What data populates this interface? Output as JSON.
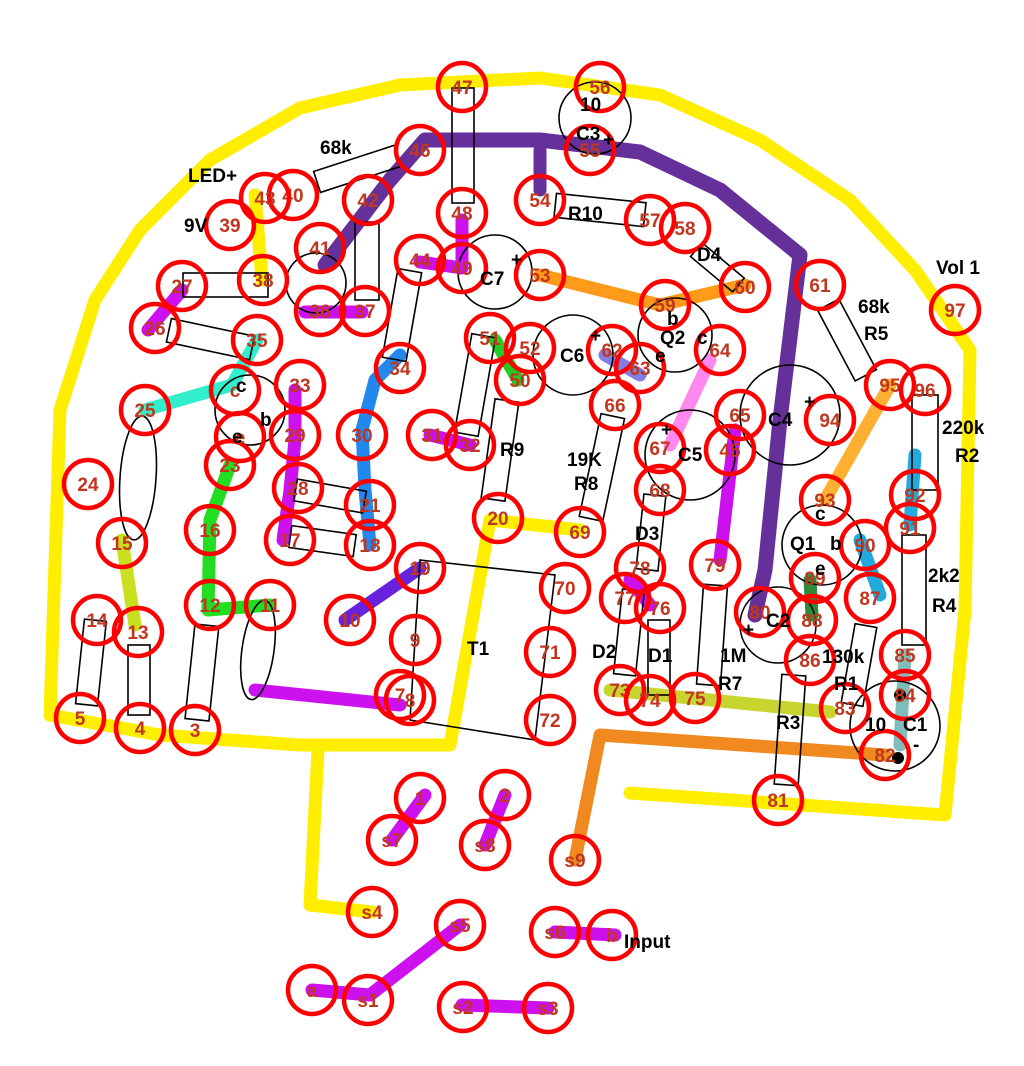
{
  "colors": {
    "border": "#ffee00",
    "pad_ring": "#ff0000",
    "pad_text": "#c0361f",
    "purple_bus": "#66309a",
    "magenta": "#cc11ee",
    "orange": "#ff9a1a",
    "blue": "#2288ee",
    "green": "#22dd22",
    "teal": "#33eecc",
    "lime": "#c8e020",
    "olive": "#c8d430",
    "pink": "#ff88ee",
    "violet": "#6622dd"
  },
  "pads": [
    "1",
    "2",
    "3",
    "4",
    "5",
    "7",
    "8",
    "9",
    "10",
    "11",
    "12",
    "13",
    "14",
    "15",
    "16",
    "17",
    "18",
    "19",
    "20",
    "21",
    "23",
    "24",
    "25",
    "26",
    "27",
    "28",
    "29",
    "30",
    "31",
    "32",
    "33",
    "34",
    "35",
    "36",
    "37",
    "38",
    "39",
    "40",
    "41",
    "42",
    "43",
    "44",
    "45",
    "46",
    "47",
    "48",
    "49",
    "50",
    "51",
    "52",
    "53",
    "54",
    "55",
    "56",
    "57",
    "58",
    "59",
    "60",
    "61",
    "62",
    "63",
    "64",
    "65",
    "66",
    "67",
    "68",
    "69",
    "70",
    "71",
    "72",
    "73",
    "74",
    "75",
    "76",
    "77",
    "78",
    "79",
    "80",
    "81",
    "82",
    "83",
    "84",
    "85",
    "86",
    "87",
    "88",
    "89",
    "90",
    "91",
    "92",
    "93",
    "94",
    "95",
    "96",
    "97",
    "s1",
    "s2",
    "s3",
    "s4",
    "s5",
    "s6",
    "s7",
    "s8",
    "s9",
    "a",
    "b",
    "c",
    "e"
  ],
  "labels": {
    "led_plus": "LED+",
    "nine_v": "9V",
    "r68k_top": "68k",
    "r10": "R10",
    "d4": "D4",
    "c3_value": "10",
    "c3": "C3",
    "c7": "C7",
    "c6": "C6",
    "q2": "Q2",
    "b": "b",
    "c": "c",
    "e": "e",
    "r9": "R9",
    "r8_value": "19K",
    "r8": "R8",
    "c5": "C5",
    "c4": "C4",
    "vol1": "Vol 1",
    "r5_value": "68k",
    "r5": "R5",
    "r2_value": "220k",
    "r2": "R2",
    "q1": "Q1",
    "r4_value": "2k2",
    "r4": "R4",
    "c2": "C2",
    "r1_value": "130k",
    "r1": "R1",
    "c1_value": "10",
    "c1": "C1",
    "r3": "R3",
    "r7_value": "1M",
    "r7": "R7",
    "d1": "D1",
    "d2": "D2",
    "d3": "D3",
    "t1": "T1",
    "input": "Input",
    "plus": "+",
    "minus": "-"
  }
}
